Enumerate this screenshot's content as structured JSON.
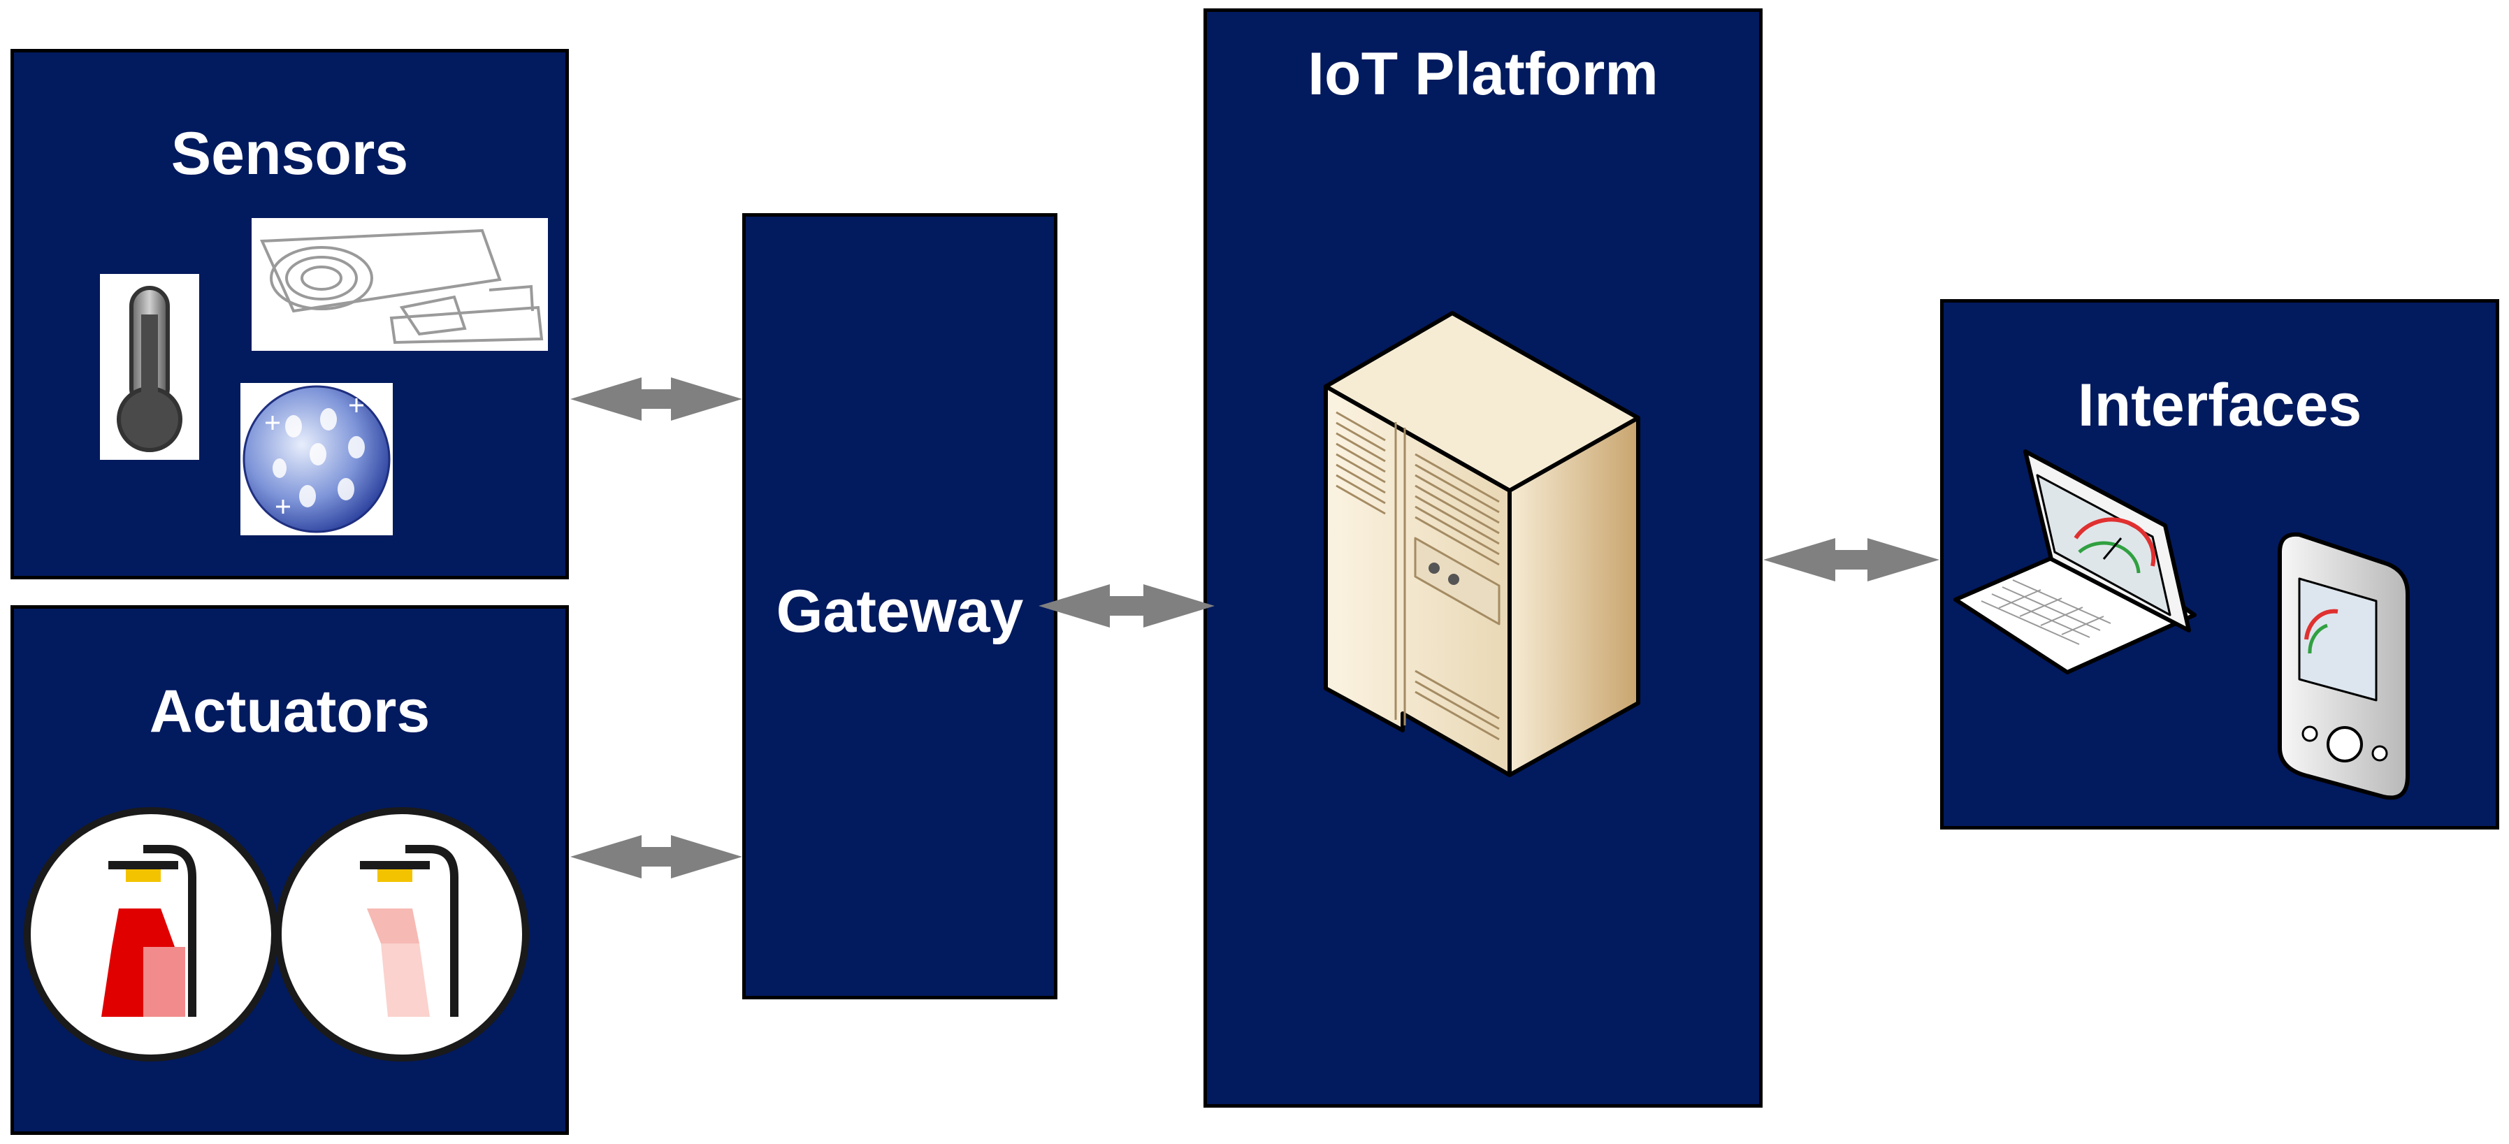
{
  "diagram": {
    "nodes": {
      "sensors": {
        "label": "Sensors",
        "icons": [
          "thermometer-icon",
          "security-camera-icon",
          "weather-globe-icon"
        ]
      },
      "actuators": {
        "label": "Actuators",
        "icons": [
          "street-lamp-on-icon",
          "street-lamp-dim-icon"
        ]
      },
      "gateway": {
        "label": "Gateway"
      },
      "platform": {
        "label": "IoT Platform",
        "icons": [
          "server-icon"
        ]
      },
      "interfaces": {
        "label": "Interfaces",
        "icons": [
          "laptop-icon",
          "handheld-device-icon"
        ]
      }
    },
    "edges": [
      {
        "from": "sensors",
        "to": "gateway",
        "type": "bidirectional"
      },
      {
        "from": "actuators",
        "to": "gateway",
        "type": "bidirectional"
      },
      {
        "from": "gateway",
        "to": "platform",
        "type": "bidirectional"
      },
      {
        "from": "platform",
        "to": "interfaces",
        "type": "bidirectional"
      }
    ]
  },
  "colors": {
    "box_fill": "#021a5e",
    "box_border": "#000000",
    "label_text": "#ffffff",
    "arrow": "#808080"
  }
}
